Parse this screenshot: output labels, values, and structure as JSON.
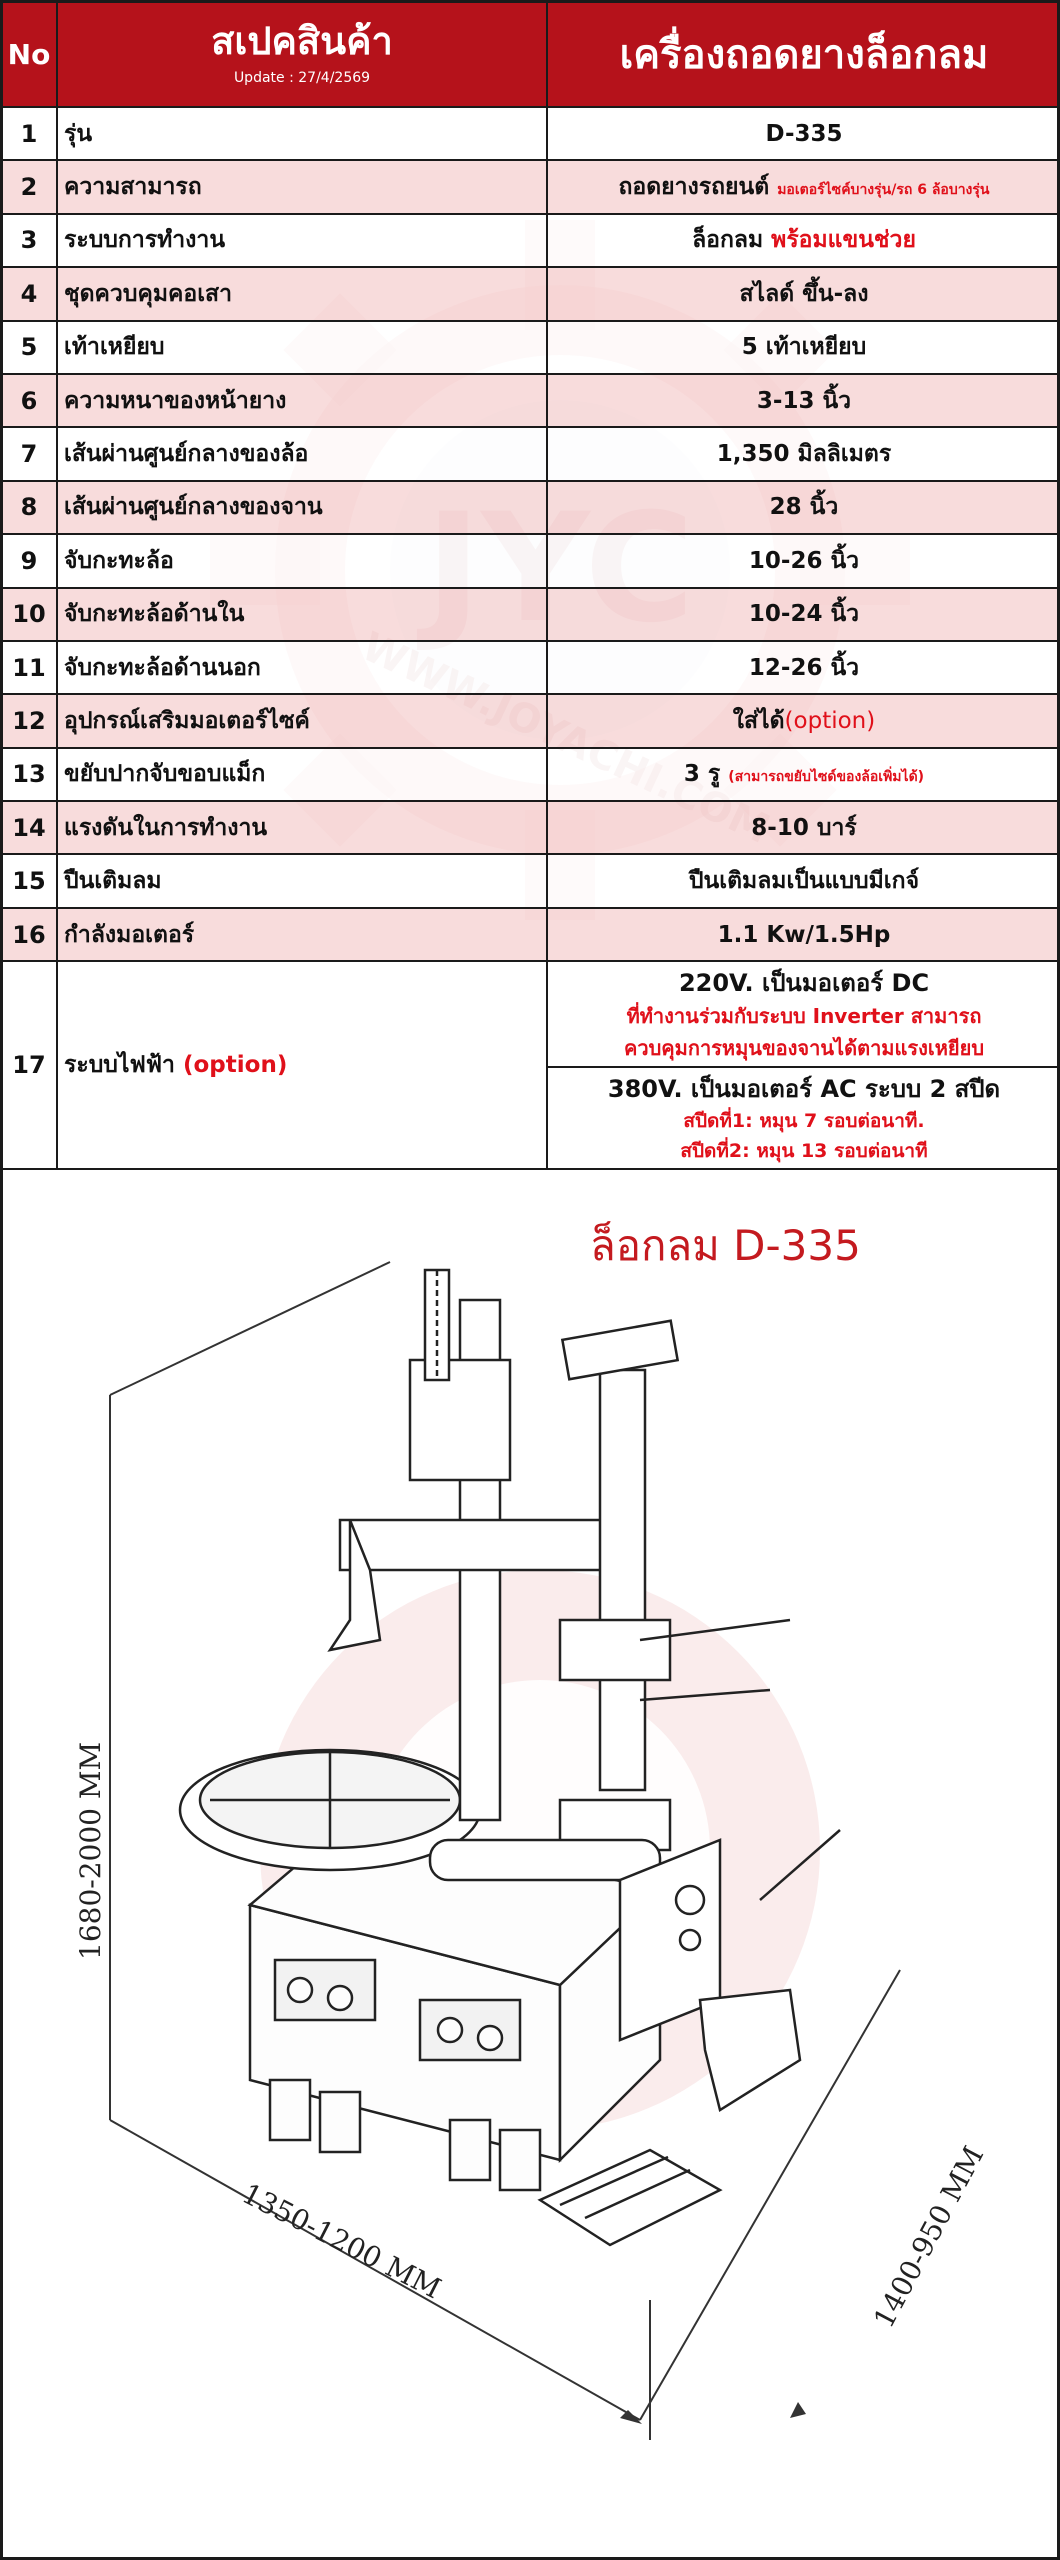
{
  "header": {
    "no_label": "No",
    "title": "สเปคสินค้า",
    "update": "Update : 27/4/2569",
    "product": "เครื่องถอดยางล็อกลม"
  },
  "rows": [
    {
      "no": "1",
      "label": "รุ่น",
      "value": "D-335"
    },
    {
      "no": "2",
      "label": "ความสามารถ",
      "value": "ถอดยางรถยนต์",
      "note": "มอเตอร์ไซค์บางรุ่น/รถ 6 ล้อบางรุ่น"
    },
    {
      "no": "3",
      "label": "ระบบการทำงาน",
      "value": "ล็อกลม",
      "value_red": "พร้อมแขนช่วย"
    },
    {
      "no": "4",
      "label": "ชุดควบคุมคอเสา",
      "value": "สไลด์ ขึ้น-ลง"
    },
    {
      "no": "5",
      "label": "เท้าเหยียบ",
      "value": "5 เท้าเหยียบ"
    },
    {
      "no": "6",
      "label": "ความหนาของหน้ายาง",
      "value": "3-13 นิ้ว"
    },
    {
      "no": "7",
      "label": "เส้นผ่านศูนย์กลางของล้อ",
      "value": "1,350 มิลลิเมตร"
    },
    {
      "no": "8",
      "label": "เส้นผ่านศูนย์กลางของจาน",
      "value": "28 นิ้ว"
    },
    {
      "no": "9",
      "label": "จับกะทะล้อ",
      "value": "10-26 นิ้ว"
    },
    {
      "no": "10",
      "label": "จับกะทะล้อด้านใน",
      "value": "10-24 นิ้ว"
    },
    {
      "no": "11",
      "label": "จับกะทะล้อด้านนอก",
      "value": "12-26 นิ้ว"
    },
    {
      "no": "12",
      "label": "อุปกรณ์เสริมมอเตอร์ไซค์",
      "value": "ใส่ได้",
      "value_red": "(option)"
    },
    {
      "no": "13",
      "label": "ขยับปากจับขอบแม็ก",
      "value": "3 รู",
      "note": "(สามารถขยับไซด์ของล้อเพิ่มได้)"
    },
    {
      "no": "14",
      "label": "แรงดันในการทำงาน",
      "value": "8-10 บาร์"
    },
    {
      "no": "15",
      "label": "ปืนเติมลม",
      "value": "ปืนเติมลมเป็นแบบมีเกจ์"
    },
    {
      "no": "16",
      "label": "กำลังมอเตอร์",
      "value": "1.1 Kw/1.5Hp"
    }
  ],
  "row17": {
    "no": "17",
    "label": "ระบบไฟฟ้า",
    "label_red": "(option)",
    "opt1_main": "220V. เป็นมอเตอร์ DC",
    "opt1_line1": "ที่ทำงานร่วมกับระบบ Inverter สามารถ",
    "opt1_line2": "ควบคุมการหมุนของจานได้ตามแรงเหยียบ",
    "opt2_main": "380V. เป็นมอเตอร์ AC ระบบ 2 สปีด",
    "opt2_line1": "สปีดที่1:   หมุน 7 รอบต่อนาที.",
    "opt2_line2": "สปีดที่2:   หมุน 13 รอบต่อนาที"
  },
  "drawing": {
    "title": "ล็อกลม D-335",
    "height_dim": "1680-2000 MM",
    "width_dim": "1350-1200 MM",
    "depth_dim": "1400-950 MM"
  },
  "watermark": {
    "text": "WWW.JOYACHI.COM",
    "logo": "JYC"
  },
  "colors": {
    "header_red": "#b5121b",
    "accent_red": "#e0101a",
    "stripe_pink": "#f7d4d4"
  }
}
